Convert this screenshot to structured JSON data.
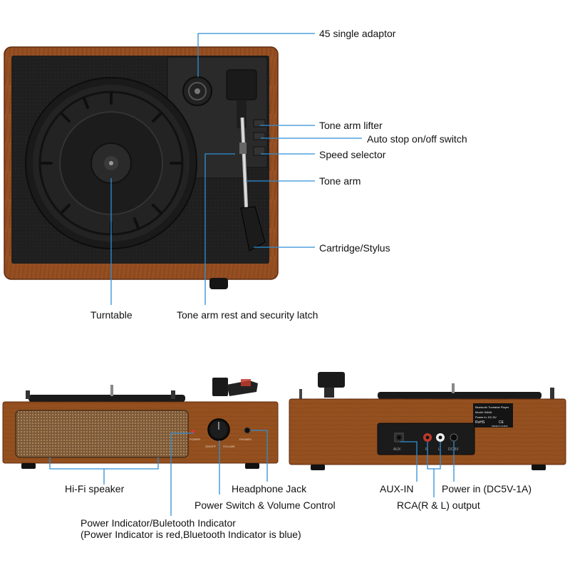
{
  "diagram": {
    "colors": {
      "leader": "#2f8fd6",
      "wood": "#9a4f22",
      "wood_dark": "#6e3312",
      "deck": "#1e1e1e",
      "grille": "#8a6a48"
    },
    "labels": {
      "adaptor": "45 single adaptor",
      "lifter": "Tone arm lifter",
      "autostop": "Auto stop on/off switch",
      "speed": "Speed selector",
      "tonearm": "Tone arm",
      "cartridge": "Cartridge/Stylus",
      "turntable": "Turntable",
      "rest": "Tone arm rest and security latch",
      "speaker": "Hi-Fi speaker",
      "headphone": "Headphone Jack",
      "power_volume": "Power Switch & Volume Control",
      "indicator_line1": "Power Indicator/Buletooth Indicator",
      "indicator_line2": "(Power Indicator is red,Bluetooth Indicator is blue)",
      "aux": "AUX-IN",
      "power_in": "Power in (DC5V-1A)",
      "rca": "RCA(R & L) output"
    },
    "device_text": {
      "front_power": "POWER",
      "front_on_off": "ON/OFF",
      "front_volume": "VOLUME",
      "front_phones": "PHONES",
      "back_aux": "AUX",
      "back_r": "R",
      "back_l": "L",
      "back_dc": "DC 5V",
      "sticker_title": "Bluetooth Turntable Player",
      "sticker_model": "Model: BA6A",
      "sticker_power": "Power in: DC-5V",
      "sticker_rohs": "RoHS",
      "sticker_marks": "CE",
      "sticker_made": "MADE IN CHINA"
    }
  }
}
